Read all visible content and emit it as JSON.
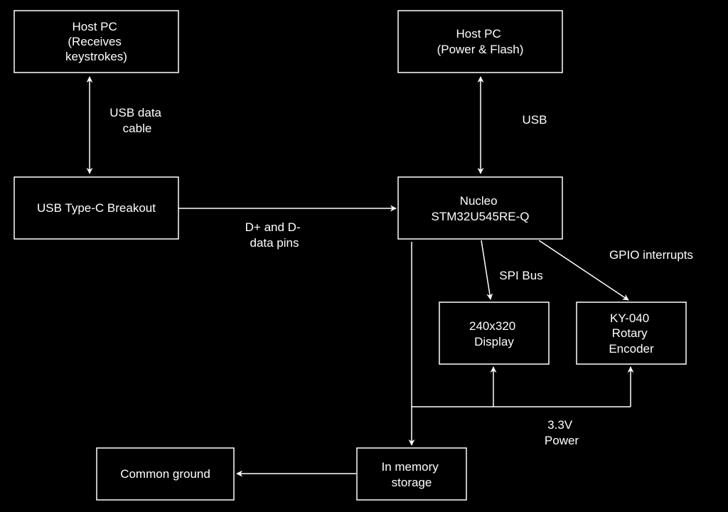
{
  "diagram": {
    "nodes": {
      "host_pc_keys": {
        "lines": [
          "Host PC",
          "(Receives",
          "keystrokes)"
        ]
      },
      "host_pc_power": {
        "lines": [
          "Host PC",
          "(Power & Flash)"
        ]
      },
      "usb_breakout": {
        "lines": [
          "USB Type-C Breakout"
        ]
      },
      "nucleo": {
        "lines": [
          "Nucleo",
          "STM32U545RE-Q"
        ]
      },
      "display": {
        "lines": [
          "240x320",
          "Display"
        ]
      },
      "encoder": {
        "lines": [
          "KY-040",
          "Rotary",
          "Encoder"
        ]
      },
      "storage": {
        "lines": [
          "In memory",
          "storage"
        ]
      },
      "ground": {
        "lines": [
          "Common ground"
        ]
      }
    },
    "edges": {
      "usb_data_cable": {
        "lines": [
          "USB data",
          "cable"
        ]
      },
      "usb": {
        "lines": [
          "USB"
        ]
      },
      "dplus_dminus": {
        "lines": [
          "D+ and D-",
          "data pins"
        ]
      },
      "spi_bus": {
        "lines": [
          "SPI Bus"
        ]
      },
      "gpio": {
        "lines": [
          "GPIO interrupts"
        ]
      },
      "power": {
        "lines": [
          "3.3V",
          "Power"
        ]
      }
    },
    "colors": {
      "background": "#000000",
      "foreground": "#ffffff"
    }
  }
}
